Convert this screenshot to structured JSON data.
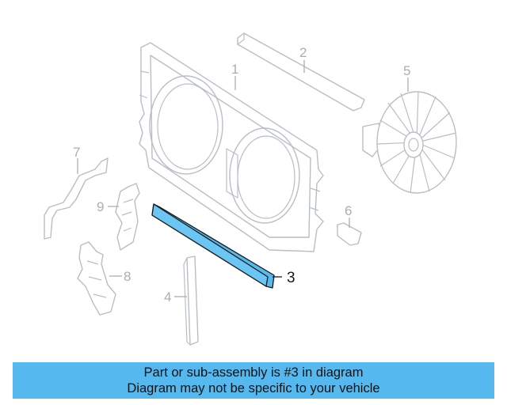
{
  "callouts": {
    "c1": "1",
    "c2": "2",
    "c3": "3",
    "c4": "4",
    "c5": "5",
    "c6": "6",
    "c7": "7",
    "c8": "8",
    "c9": "9"
  },
  "banner": {
    "line1": "Part or sub-assembly is #3 in diagram",
    "line2": "Diagram may not be specific to your vehicle"
  },
  "colors": {
    "highlight": "#55b9f0",
    "parts_outline": "#b9bec6",
    "banner_bg": "#55b9f0"
  }
}
